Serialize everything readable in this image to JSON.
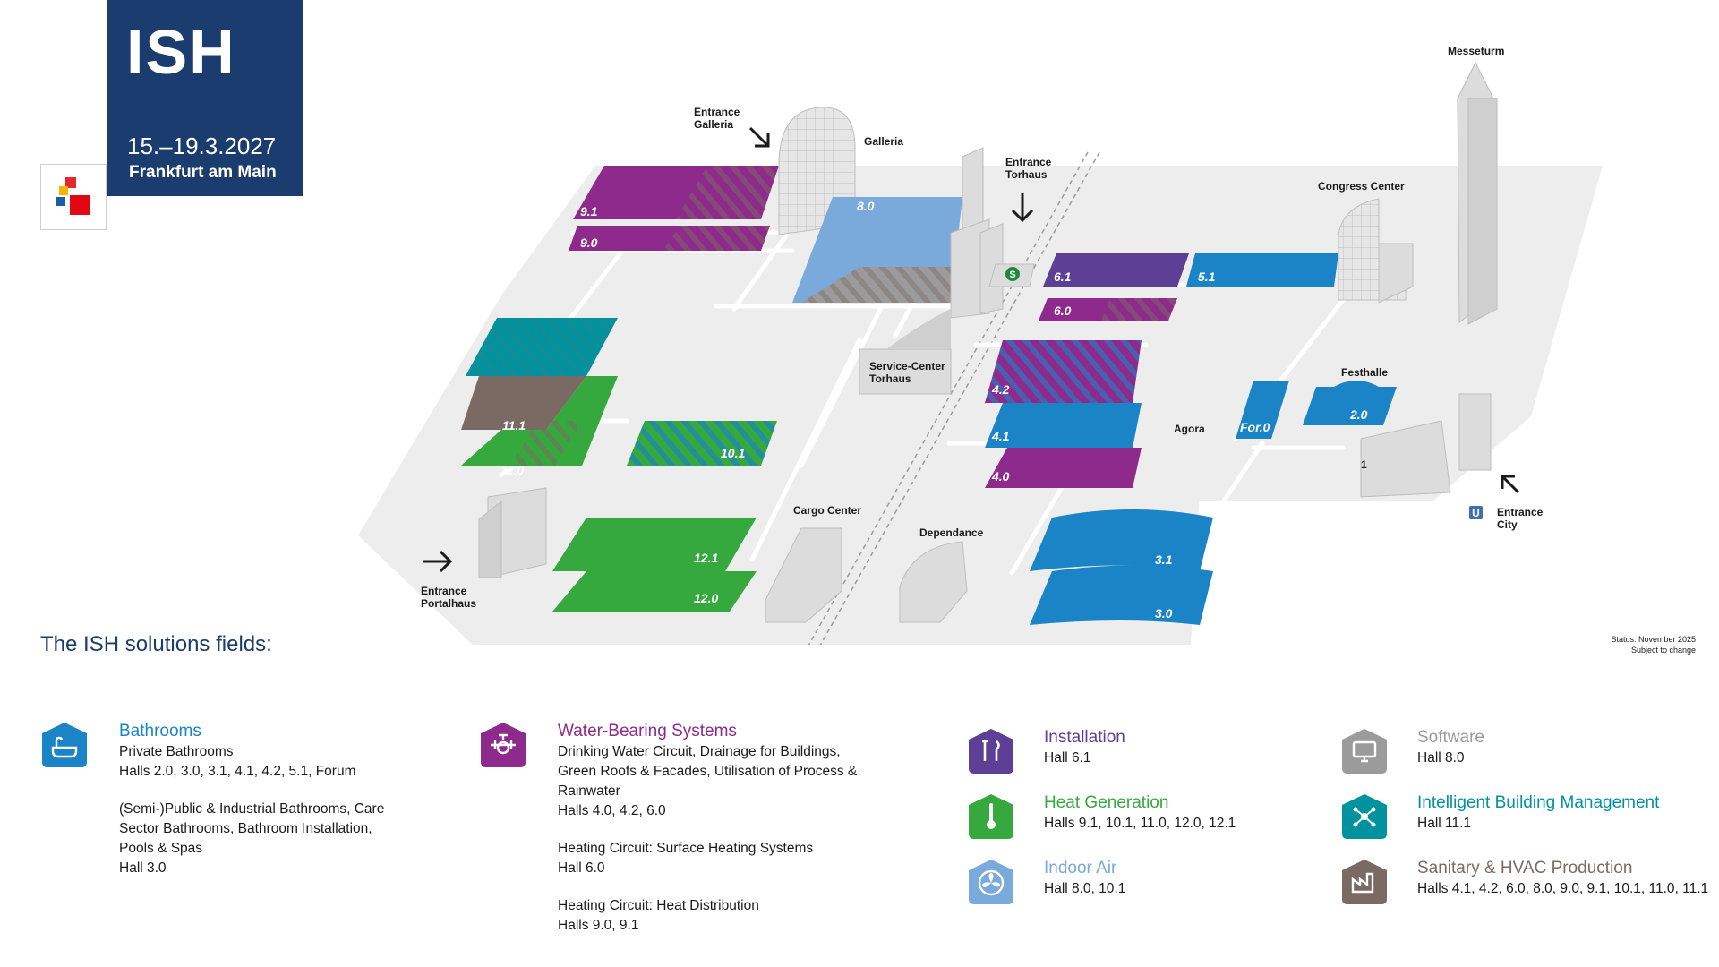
{
  "header": {
    "title": "ISH",
    "dates": "15.–19.3.2027",
    "city": "Frankfurt am Main"
  },
  "map_labels": {
    "entrance_galleria": [
      "Entrance",
      "Galleria"
    ],
    "galleria": "Galleria",
    "entrance_torhaus": [
      "Entrance",
      "Torhaus"
    ],
    "messeturm": "Messeturm",
    "congress_center": "Congress Center",
    "service_center": [
      "Service-Center",
      "Torhaus"
    ],
    "festhalle": "Festhalle",
    "agora": "Agora",
    "entrance_city": [
      "Entrance",
      "City"
    ],
    "cargo_center": "Cargo Center",
    "dependance": "Dependance",
    "entrance_portalhaus": [
      "Entrance",
      "Portalhaus"
    ],
    "building_1": "1",
    "s_bahn": "S",
    "u_bahn": "U"
  },
  "halls": [
    {
      "id": "9.1",
      "color": "#8e2a8b"
    },
    {
      "id": "9.0",
      "color": "#8e2a8b"
    },
    {
      "id": "8.0",
      "color": "#7aa9dc"
    },
    {
      "id": "6.1",
      "color": "#5d3f96"
    },
    {
      "id": "6.0",
      "color": "#8e2a8b"
    },
    {
      "id": "5.1",
      "color": "#1b84c6"
    },
    {
      "id": "11.1",
      "color": "#7a6a63"
    },
    {
      "id": "11.0",
      "color": "#36a93e"
    },
    {
      "id": "10.1",
      "color": "#36a93e"
    },
    {
      "id": "4.2",
      "color": "#8e2a8b"
    },
    {
      "id": "4.1",
      "color": "#1b84c6"
    },
    {
      "id": "4.0",
      "color": "#8e2a8b"
    },
    {
      "id": "For.0",
      "color": "#1b84c6"
    },
    {
      "id": "2.0",
      "color": "#1b84c6"
    },
    {
      "id": "12.1",
      "color": "#36a93e"
    },
    {
      "id": "12.0",
      "color": "#36a93e"
    },
    {
      "id": "3.1",
      "color": "#1b84c6"
    },
    {
      "id": "3.0",
      "color": "#1b84c6"
    }
  ],
  "status": [
    "Status: November 2025",
    "Subject to change"
  ],
  "fields_title": "The ISH solutions fields:",
  "legend": [
    {
      "key": "bathrooms",
      "name": "Bathrooms",
      "color": "#1b84c6",
      "icon": "bathtub-icon",
      "lines": [
        "Private Bathrooms",
        "Halls 2.0, 3.0, 3.1, 4.1, 4.2, 5.1, Forum",
        "",
        "(Semi-)Public & Industrial Bathrooms, Care",
        "Sector Bathrooms, Bathroom Installation,",
        "Pools & Spas",
        "Hall 3.0"
      ]
    },
    {
      "key": "water",
      "name": "Water-Bearing Systems",
      "color": "#8e2a8b",
      "icon": "pipe-valve-icon",
      "lines": [
        "Drinking Water Circuit, Drainage for Buildings,",
        "Green Roofs & Facades, Utilisation of Process &",
        "Rainwater",
        "Halls 4.0, 4.2, 6.0",
        "",
        "Heating Circuit: Surface Heating Systems",
        "Hall 6.0",
        "",
        "Heating Circuit: Heat Distribution",
        "Halls 9.0, 9.1"
      ]
    },
    {
      "key": "installation",
      "name": "Installation",
      "color": "#5d3f96",
      "icon": "tools-icon",
      "lines": [
        "Hall 6.1"
      ]
    },
    {
      "key": "heat",
      "name": "Heat Generation",
      "color": "#36a93e",
      "icon": "thermometer-icon",
      "lines": [
        "Halls 9.1, 10.1, 11.0, 12.0, 12.1"
      ]
    },
    {
      "key": "indoor",
      "name": "Indoor Air",
      "color": "#7aa9dc",
      "icon": "fan-icon",
      "lines": [
        "Hall 8.0, 10.1"
      ]
    },
    {
      "key": "software",
      "name": "Software",
      "color": "#9b9b9b",
      "icon": "monitor-icon",
      "lines": [
        "Hall 8.0"
      ]
    },
    {
      "key": "ibm",
      "name": "Intelligent Building Management",
      "color": "#00929f",
      "icon": "network-icon",
      "lines": [
        "Hall 11.1"
      ]
    },
    {
      "key": "production",
      "name": "Sanitary & HVAC Production",
      "color": "#7a6a63",
      "icon": "factory-icon",
      "lines": [
        "Halls 4.1, 4.2, 6.0, 8.0, 9.0, 9.1, 10.1, 11.0, 11.1"
      ]
    }
  ]
}
